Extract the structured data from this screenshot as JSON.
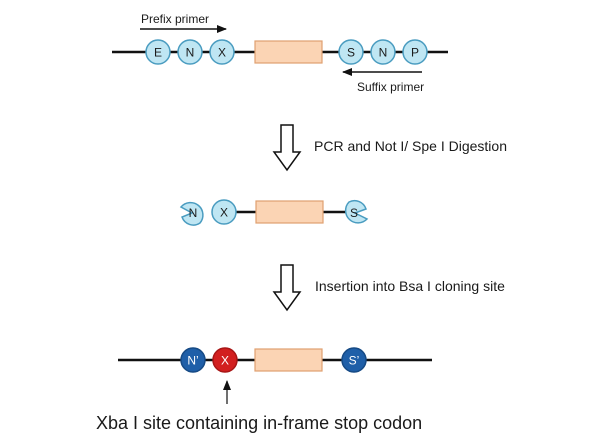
{
  "row1": {
    "prefix_primer_label": "Prefix primer",
    "suffix_primer_label": "Suffix primer",
    "left_sites": [
      "E",
      "N",
      "X"
    ],
    "right_sites": [
      "S",
      "N",
      "P"
    ]
  },
  "step1": {
    "label": "PCR and Not I/ Spe I Digestion"
  },
  "row2": {
    "left_sites": [
      "N",
      "X"
    ],
    "right_sites": [
      "S"
    ]
  },
  "step2": {
    "label": "Insertion into Bsa I cloning site"
  },
  "row3": {
    "left_sites": [
      "N’",
      "X"
    ],
    "right_sites": [
      "S’"
    ],
    "caption": "Xba I site containing in-frame stop codon"
  },
  "colors": {
    "site_fill": "#bfe6f3",
    "site_stroke": "#4a9cc0",
    "insert_fill": "#fbd4b4",
    "insert_stroke": "#e0a070",
    "dark_blue": "#1f5fa8",
    "red": "#d21f1f"
  }
}
